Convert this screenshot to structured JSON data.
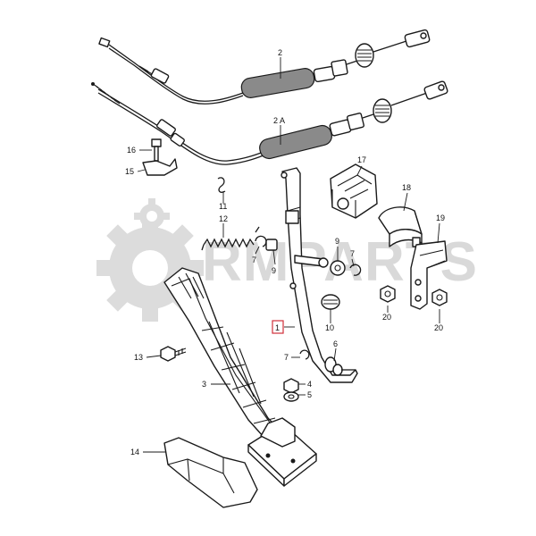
{
  "watermark": {
    "text": "RMPARTS",
    "color": "#d9d9d9"
  },
  "highlight_color": "#d0303a",
  "callouts": [
    {
      "id": "c-2",
      "text": "2"
    },
    {
      "id": "c-2a",
      "text": "2 A"
    },
    {
      "id": "c-16",
      "text": "16"
    },
    {
      "id": "c-15",
      "text": "15"
    },
    {
      "id": "c-17",
      "text": "17"
    },
    {
      "id": "c-11",
      "text": "11"
    },
    {
      "id": "c-12",
      "text": "12"
    },
    {
      "id": "c-18",
      "text": "18"
    },
    {
      "id": "c-19",
      "text": "19"
    },
    {
      "id": "c-9",
      "text": "9"
    },
    {
      "id": "c-7a",
      "text": "7"
    },
    {
      "id": "c-9b",
      "text": "9"
    },
    {
      "id": "c-7b",
      "text": "7"
    },
    {
      "id": "c-20a",
      "text": "20"
    },
    {
      "id": "c-20b",
      "text": "20"
    },
    {
      "id": "c-10",
      "text": "10"
    },
    {
      "id": "c-1",
      "text": "1"
    },
    {
      "id": "c-13",
      "text": "13"
    },
    {
      "id": "c-6",
      "text": "6"
    },
    {
      "id": "c-7c",
      "text": "7"
    },
    {
      "id": "c-3",
      "text": "3"
    },
    {
      "id": "c-4",
      "text": "4"
    },
    {
      "id": "c-5",
      "text": "5"
    },
    {
      "id": "c-14",
      "text": "14"
    }
  ]
}
